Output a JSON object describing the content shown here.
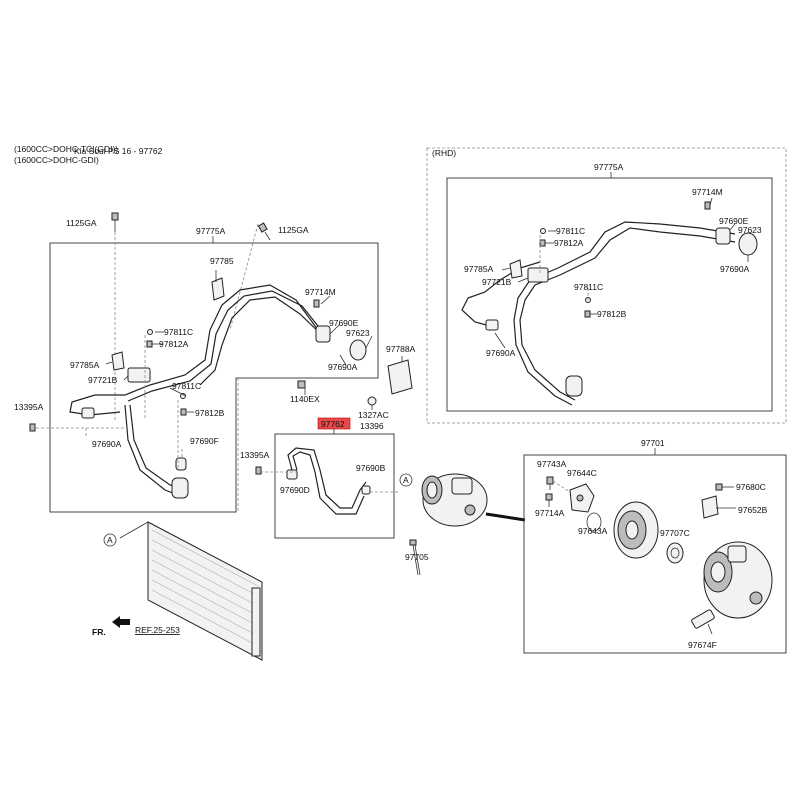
{
  "header": {
    "line1": "(1600CC>DOHC-TCI(GDI))",
    "line2": "(1600CC>DOHC-GDI)",
    "overlay": "Kia Soul PS 16 - 97762"
  },
  "rhd_label": "(RHD)",
  "highlight_label": "97762",
  "fr_label": "FR.",
  "ref_label": "REF.25-253",
  "circle_marker": "A",
  "labels": {
    "l1125ga_a": "1125GA",
    "l1125ga_b": "1125GA",
    "l97775a": "97775A",
    "l97785": "97785",
    "l97714m": "97714M",
    "l97811c_a": "97811C",
    "l97812a": "97812A",
    "l97690e": "97690E",
    "l97623": "97623",
    "l97785a": "97785A",
    "l97721b": "97721B",
    "l97811c_b": "97811C",
    "l97690a_a": "97690A",
    "l97788a": "97788A",
    "l1140ex": "1140EX",
    "l13395a": "13395A",
    "l97812b": "97812B",
    "l1327ac": "1327AC",
    "l13396": "13396",
    "l97690a_b": "97690A",
    "l97690f": "97690F",
    "l13395a_b": "13395A",
    "l97690d": "97690D",
    "l97690b": "97690B",
    "l97705": "97705",
    "r97775a": "97775A",
    "r97714m": "97714M",
    "r97690e": "97690E",
    "r97811c_a": "97811C",
    "r97623": "97623",
    "r97812a": "97812A",
    "r97785a": "97785A",
    "r97690a_top": "97690A",
    "r97721b": "97721B",
    "r97811c_b": "97811C",
    "r97812b": "97812B",
    "r97690a": "97690A",
    "c97701": "97701",
    "c97743a": "97743A",
    "c97644c": "97644C",
    "c97680c": "97680C",
    "c97714a": "97714A",
    "c97652b": "97652B",
    "c97643a": "97643A",
    "c97707c": "97707C",
    "c97674f": "97674F"
  }
}
